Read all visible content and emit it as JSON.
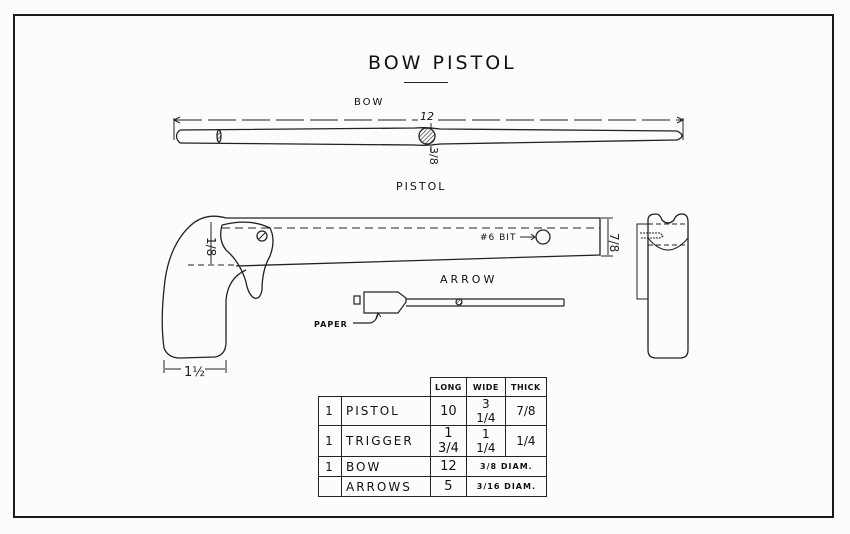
{
  "drawing": {
    "title": "BOW PISTOL",
    "views": {
      "bow": {
        "label": "BOW",
        "length_dim": "12",
        "thickness_dim": "3/8"
      },
      "pistol": {
        "label": "PISTOL",
        "hole_note": "#6 BIT",
        "height_dim": "7/8",
        "trigger_offset_dim": "1/8",
        "grip_width_dim": "1 1/2"
      },
      "arrow": {
        "label": "ARROW",
        "paper_note": "PAPER"
      }
    },
    "bill_of_materials": {
      "headers": [
        "",
        "",
        "LONG",
        "WIDE",
        "THICK"
      ],
      "rows": [
        {
          "qty": "1",
          "part": "PISTOL",
          "long": "10",
          "wide": "3 1/4",
          "thick": "7/8"
        },
        {
          "qty": "1",
          "part": "TRIGGER",
          "long": "1 3/4",
          "wide": "1 1/4",
          "thick": "1/4"
        },
        {
          "qty": "1",
          "part": "BOW",
          "long": "12",
          "wide_thick": "3/8 DIAM."
        },
        {
          "qty": "",
          "part": "ARROWS",
          "long": "5",
          "wide_thick": "3/16 DIAM."
        }
      ]
    }
  }
}
